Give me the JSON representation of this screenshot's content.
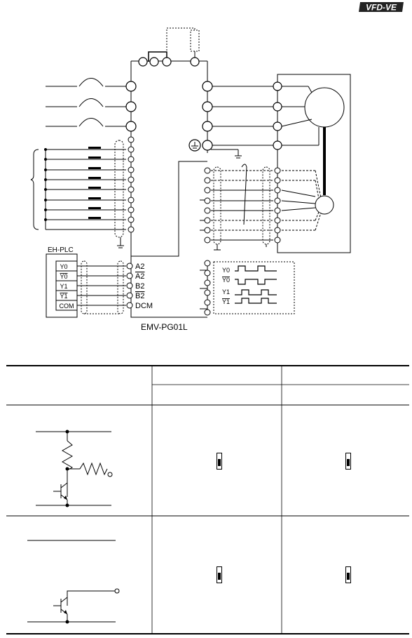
{
  "header": {
    "logo_text": "VFD-VE"
  },
  "diagram": {
    "plc_label": "EH-PLC",
    "plc_terminals": [
      "Y0",
      "Y0",
      "Y1",
      "Y1",
      "COM"
    ],
    "card_terminals": [
      "A2",
      "A2",
      "B2",
      "B2",
      "DCM"
    ],
    "card_name": "EMV-PG01L",
    "waveform_labels": [
      "Y0",
      "Y0",
      "Y1",
      "Y1"
    ]
  },
  "table": {
    "header_row1": [
      "",
      "",
      ""
    ],
    "header_row2": [
      "",
      ""
    ],
    "rows": [
      {
        "circuit": "open-collector-with-pullup",
        "switch_1": "",
        "switch_2": ""
      },
      {
        "circuit": "open-collector",
        "switch_1": "",
        "switch_2": ""
      }
    ]
  }
}
